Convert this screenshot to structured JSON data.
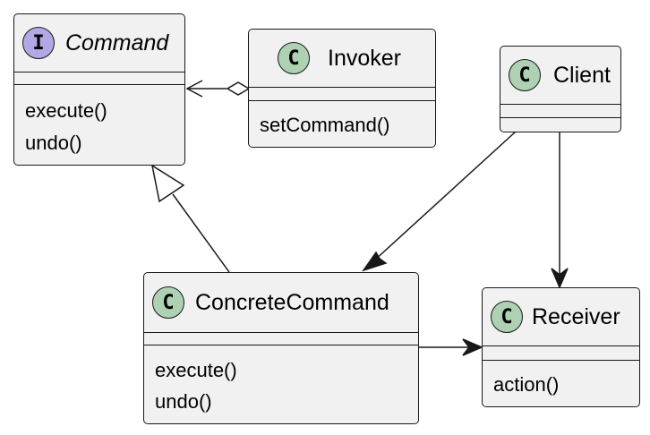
{
  "colors": {
    "class_fill": "#f1f1f1",
    "border": "#181818",
    "interface_badge": "#b4a7e5",
    "class_badge": "#add1b2"
  },
  "classes": {
    "command": {
      "stereotype": "I",
      "name": "Command",
      "kind": "interface",
      "methods": [
        "execute()",
        "undo()"
      ]
    },
    "invoker": {
      "stereotype": "C",
      "name": "Invoker",
      "kind": "class",
      "methods": [
        "setCommand()"
      ]
    },
    "client": {
      "stereotype": "C",
      "name": "Client",
      "kind": "class",
      "methods": []
    },
    "concrete_command": {
      "stereotype": "C",
      "name": "ConcreteCommand",
      "kind": "class",
      "methods": [
        "execute()",
        "undo()"
      ]
    },
    "receiver": {
      "stereotype": "C",
      "name": "Receiver",
      "kind": "class",
      "methods": [
        "action()"
      ]
    }
  },
  "relations": [
    {
      "from": "Invoker",
      "to": "Command",
      "type": "aggregation"
    },
    {
      "from": "ConcreteCommand",
      "to": "Command",
      "type": "realization"
    },
    {
      "from": "Client",
      "to": "ConcreteCommand",
      "type": "association"
    },
    {
      "from": "Client",
      "to": "Receiver",
      "type": "association"
    },
    {
      "from": "ConcreteCommand",
      "to": "Receiver",
      "type": "association"
    }
  ]
}
